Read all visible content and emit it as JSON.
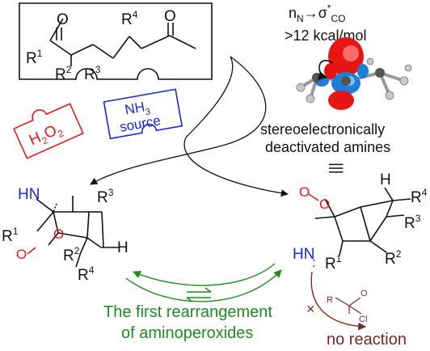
{
  "colors": {
    "black": "#111111",
    "red": "#e2191c",
    "blue": "#1727d9",
    "green": "#1e8c1e",
    "brown": "#7a2a22",
    "orbital_red": "#e81515",
    "orbital_blue": "#1f7fd8"
  },
  "reactant": {
    "o1": "O",
    "o2": "O",
    "r1": "R",
    "r1_sup": "1",
    "r2": "R",
    "r2_sup": "2",
    "r3": "R",
    "r3_sup": "3",
    "r4": "R",
    "r4_sup": "4"
  },
  "reagents": {
    "h2o2_h": "H",
    "h2o2_sub1": "2",
    "h2o2_o": "O",
    "h2o2_sub2": "2",
    "nh3_nh": "NH",
    "nh3_sub": "3",
    "nh3_source": "source"
  },
  "orbital": {
    "line1_main": "n",
    "line1_sub_n": "N",
    "line1_arrow": "→σ",
    "line1_star": "*",
    "line1_sub_co": "CO",
    "line2": ">12 kcal/mol"
  },
  "deactivated": {
    "line1": "stereoelectronically",
    "line2": "deactivated amines",
    "equiv": "|||"
  },
  "left_product": {
    "hn": "HN",
    "r1": "R",
    "r1_sup": "1",
    "o_a": "O",
    "o_b": "O",
    "r2": "R",
    "r2_sup": "2",
    "r3": "R",
    "r3_sup": "3",
    "r4": "R",
    "r4_sup": "4",
    "h": "H"
  },
  "right_product": {
    "o_a": "O",
    "o_b": "O",
    "hn": "HN",
    "r1": "R",
    "r1_sup": "1",
    "r2": "R",
    "r2_sup": "2",
    "r3": "R",
    "r3_sup": "3",
    "r4": "R",
    "r4_sup": "4",
    "h": "H",
    "lone_pair": ":"
  },
  "acyl": {
    "r": "R",
    "o": "O",
    "cl": "Cl",
    "cross": "×"
  },
  "captions": {
    "rearrangement_line1": "The first rearrangement",
    "rearrangement_line2": "of aminoperoxides",
    "no_reaction": "no reaction"
  }
}
